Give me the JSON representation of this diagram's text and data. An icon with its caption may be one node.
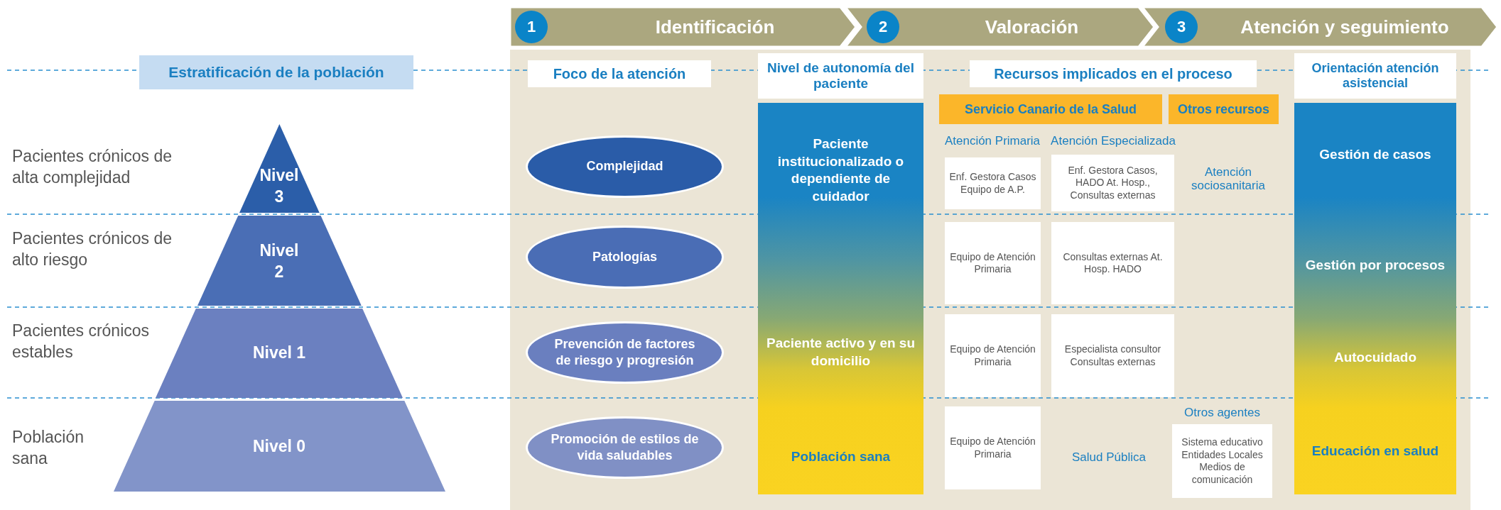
{
  "diagram": {
    "nodes": [
      {
        "text": [
          "Identificación"
        ]
      },
      {
        "text": [
          "1"
        ],
        "in": 0
      },
      {
        "text": [
          "Valoración"
        ]
      },
      {
        "text": [
          "2"
        ],
        "in": 2
      },
      {
        "text": [
          "Atención y seguimiento"
        ]
      },
      {
        "text": [
          "3"
        ],
        "in": 4
      },
      {
        "text": [
          "Estratificación de la población"
        ]
      },
      {
        "text": [
          "Foco de la atención"
        ]
      },
      {
        "text": [
          "Nivel de autonomía del paciente"
        ]
      },
      {
        "text": [
          "Recursos implicados en el proceso"
        ]
      },
      {
        "text": [
          "Orientación atención asistencial"
        ]
      },
      {
        "text": [
          "Nivel 3"
        ]
      },
      {
        "text": [
          "Nivel 2"
        ]
      },
      {
        "text": [
          "Nivel 1"
        ]
      },
      {
        "text": [
          "Nivel 0"
        ]
      },
      {
        "text": [
          "Complejidad"
        ]
      },
      {
        "text": [
          "Patologías"
        ]
      },
      {
        "text": [
          "Prevención de factores de riesgo y progresión"
        ]
      },
      {
        "text": [
          "Promoción de estilos de vida saludables"
        ]
      },
      {
        "text": [
          "Paciente institucionalizado o dependiente de cuidador",
          "Paciente activo y en su domicilio",
          "Población sana"
        ]
      },
      {
        "text": [
          "Servicio Canario de la Salud"
        ]
      },
      {
        "text": [
          "Otros recursos"
        ]
      },
      {
        "text": [
          "Enf. Gestora Casos Equipo de A.P."
        ]
      },
      {
        "text": [
          "Enf. Gestora Casos, HADO At. Hosp., Consultas externas"
        ]
      },
      {
        "text": [
          "Equipo de Atención Primaria"
        ]
      },
      {
        "text": [
          "Consultas externas At. Hosp. HADO"
        ]
      },
      {
        "text": [
          "Equipo de Atención Primaria"
        ]
      },
      {
        "text": [
          "Especialista consultor Consultas externas"
        ]
      },
      {
        "text": [
          "Equipo de Atención Primaria"
        ]
      },
      {
        "text": [
          "Otros agentes",
          "Sistema educativo Entidades Locales Medios de comunicación"
        ]
      },
      {
        "text": [
          "Gestión de casos",
          "Gestión por procesos",
          "Autocuidado",
          "Educación en salud"
        ]
      }
    ],
    "labels": [
      "Pacientes crónicos de alta complejidad",
      "Pacientes crónicos de alto riesgo",
      "Pacientes crónicos estables",
      "Población sana",
      "Atención Primaria",
      "Atención Especializada",
      "Atención sociosanitaria",
      "Salud Pública"
    ]
  }
}
